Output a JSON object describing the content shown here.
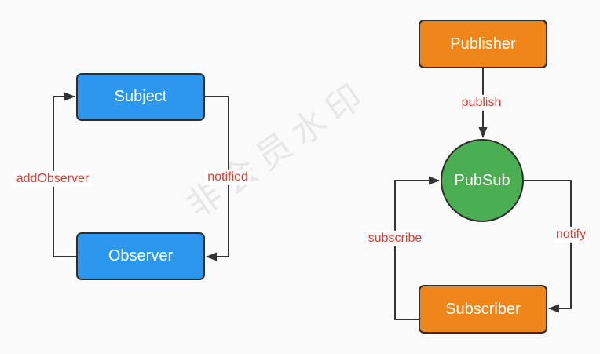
{
  "colors": {
    "background": "#fafafa",
    "blue": "#2b97ef",
    "orange": "#f0851a",
    "green": "#4cae52",
    "node_border": "#2d2d2d",
    "node_text": "#ffffff",
    "line": "#333333",
    "label_red": "#e03b2f",
    "watermark": "#e7e7e7"
  },
  "watermark": {
    "text": "非会员水印"
  },
  "observer_diagram": {
    "nodes": {
      "subject": "Subject",
      "observer": "Observer"
    },
    "edges": {
      "add_observer": "addObserver",
      "notified": "notified"
    }
  },
  "pubsub_diagram": {
    "nodes": {
      "publisher": "Publisher",
      "pubsub": "PubSub",
      "subscriber": "Subscriber"
    },
    "edges": {
      "publish": "publish",
      "subscribe": "subscribe",
      "notify": "notify"
    }
  }
}
